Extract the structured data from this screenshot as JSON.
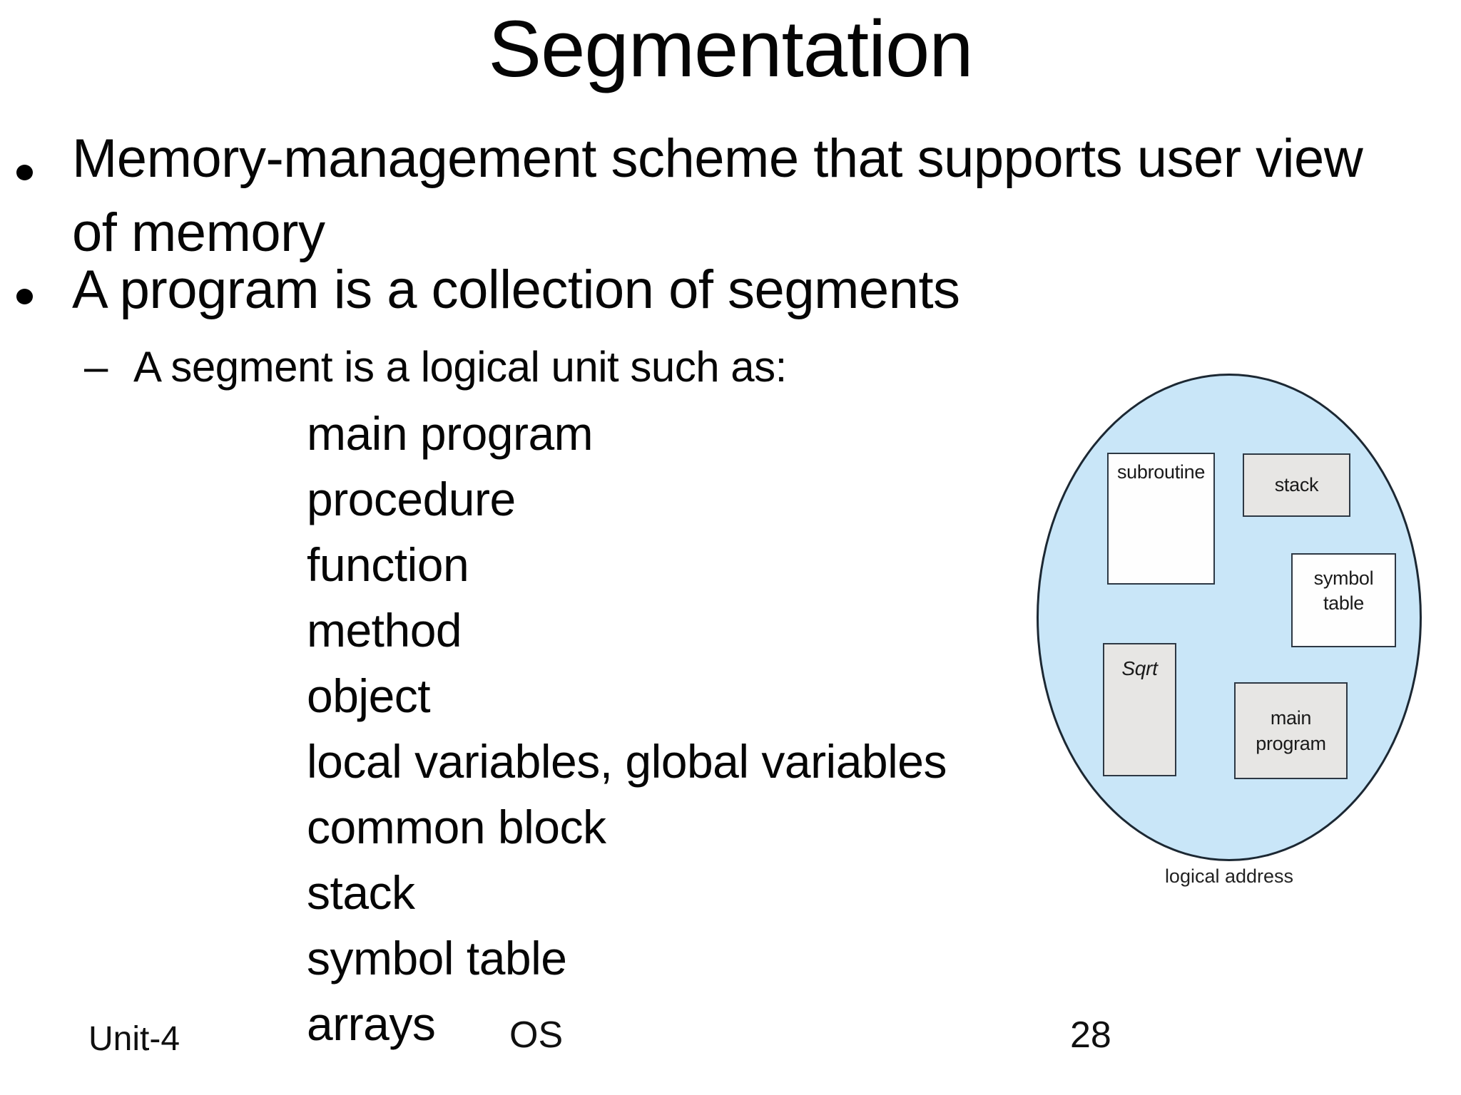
{
  "slide": {
    "title": "Segmentation",
    "bullets": {
      "b1_line1": "Memory-management scheme that supports user view",
      "b1_line2": "of memory",
      "b2": "A program is a collection of segments",
      "sub_marker": "–",
      "sub_text": "A segment is a logical unit such as:"
    },
    "segment_list": [
      "main program",
      "procedure",
      "function",
      "method",
      "object",
      "local variables, global variables",
      "common block",
      "stack",
      "symbol table",
      "arrays"
    ],
    "footer": {
      "unit": "Unit-4",
      "course": "OS",
      "page": "28"
    }
  },
  "diagram": {
    "caption": "logical address",
    "boxes": {
      "subroutine": "subroutine",
      "stack": "stack",
      "symbol_table": "symbol\ntable",
      "sqrt": "Sqrt",
      "main_program": "main\nprogram"
    },
    "colors": {
      "ellipse_fill": "#c9e6f8",
      "ellipse_border": "#1c2833",
      "box_gray": "#e7e6e4",
      "box_white": "#fefefe",
      "box_border": "#2d3844"
    }
  }
}
